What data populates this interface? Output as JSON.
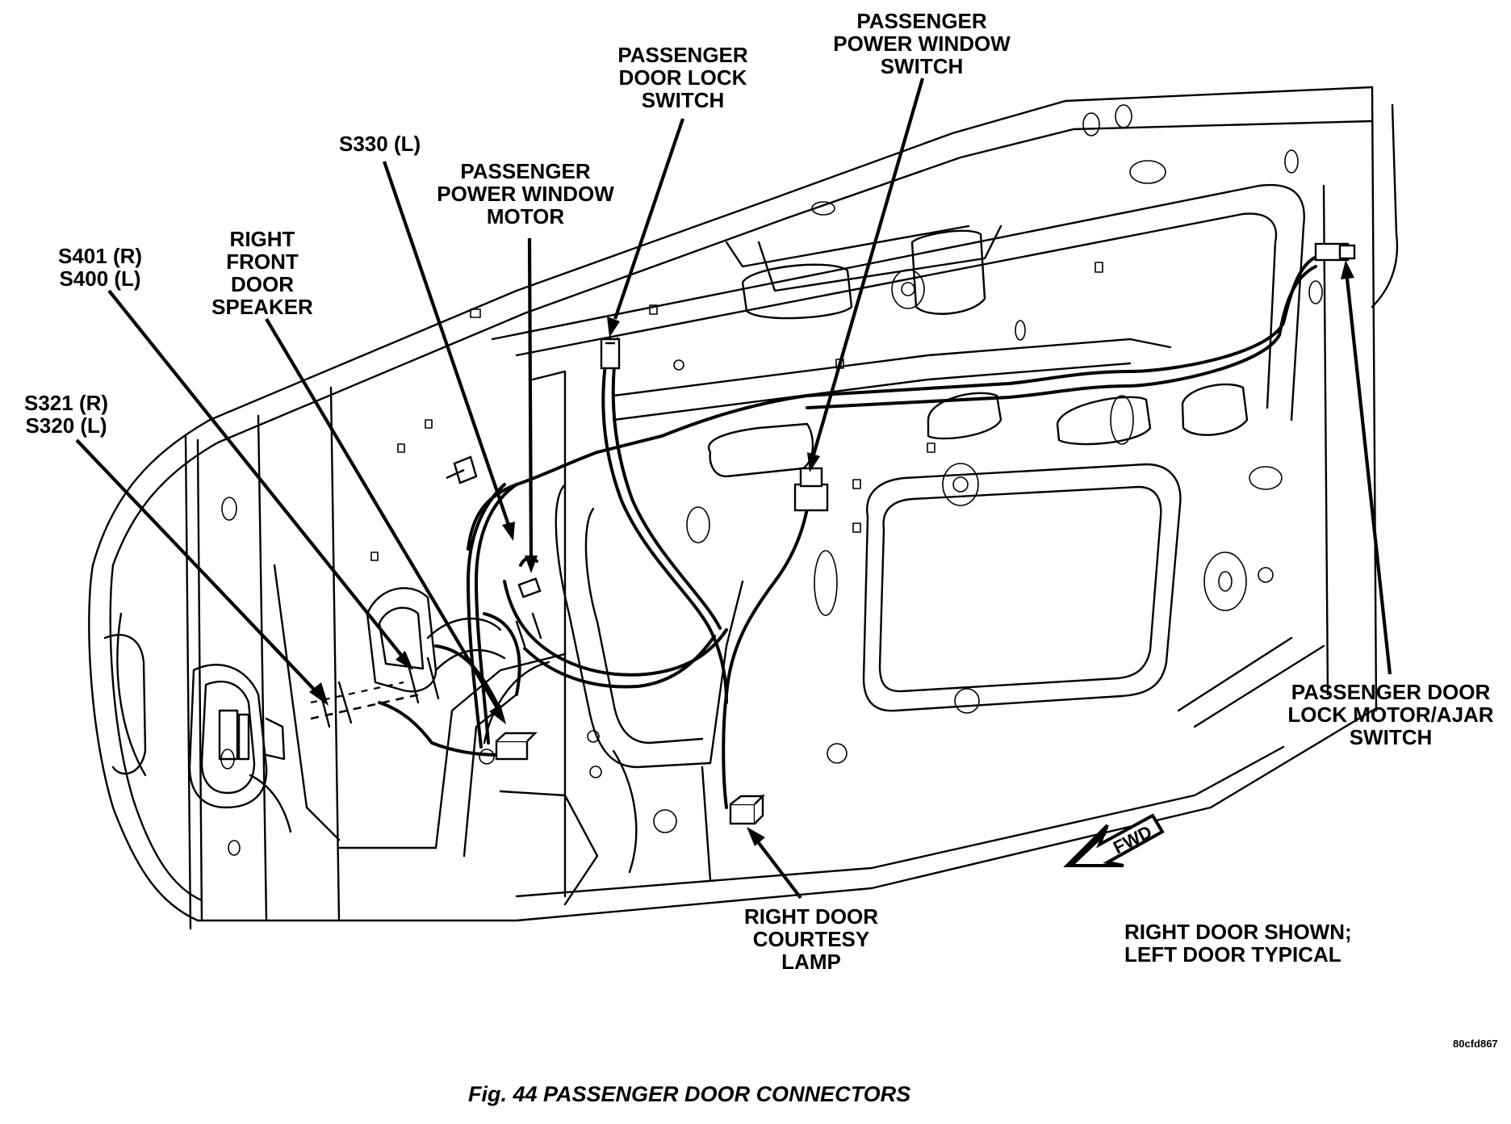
{
  "labels": {
    "s321": [
      "S321 (R)",
      "S320 (L)"
    ],
    "s401": [
      "S401 (R)",
      "S400 (L)"
    ],
    "speaker": [
      "RIGHT",
      "FRONT",
      "DOOR",
      "SPEAKER"
    ],
    "s330": [
      "S330 (L)"
    ],
    "window_motor": [
      "PASSENGER",
      "POWER WINDOW",
      "MOTOR"
    ],
    "lock_switch": [
      "PASSENGER",
      "DOOR LOCK",
      "SWITCH"
    ],
    "window_switch": [
      "PASSENGER",
      "POWER WINDOW",
      "SWITCH"
    ],
    "lock_motor": [
      "PASSENGER DOOR",
      "LOCK MOTOR/AJAR",
      "SWITCH"
    ],
    "courtesy_lamp": [
      "RIGHT DOOR",
      "COURTESY",
      "LAMP"
    ]
  },
  "note": [
    "RIGHT DOOR SHOWN;",
    "LEFT DOOR TYPICAL"
  ],
  "fwd_arrow_text": "FWD",
  "figure_code": "80cfd867",
  "caption": "Fig. 44 PASSENGER DOOR CONNECTORS"
}
